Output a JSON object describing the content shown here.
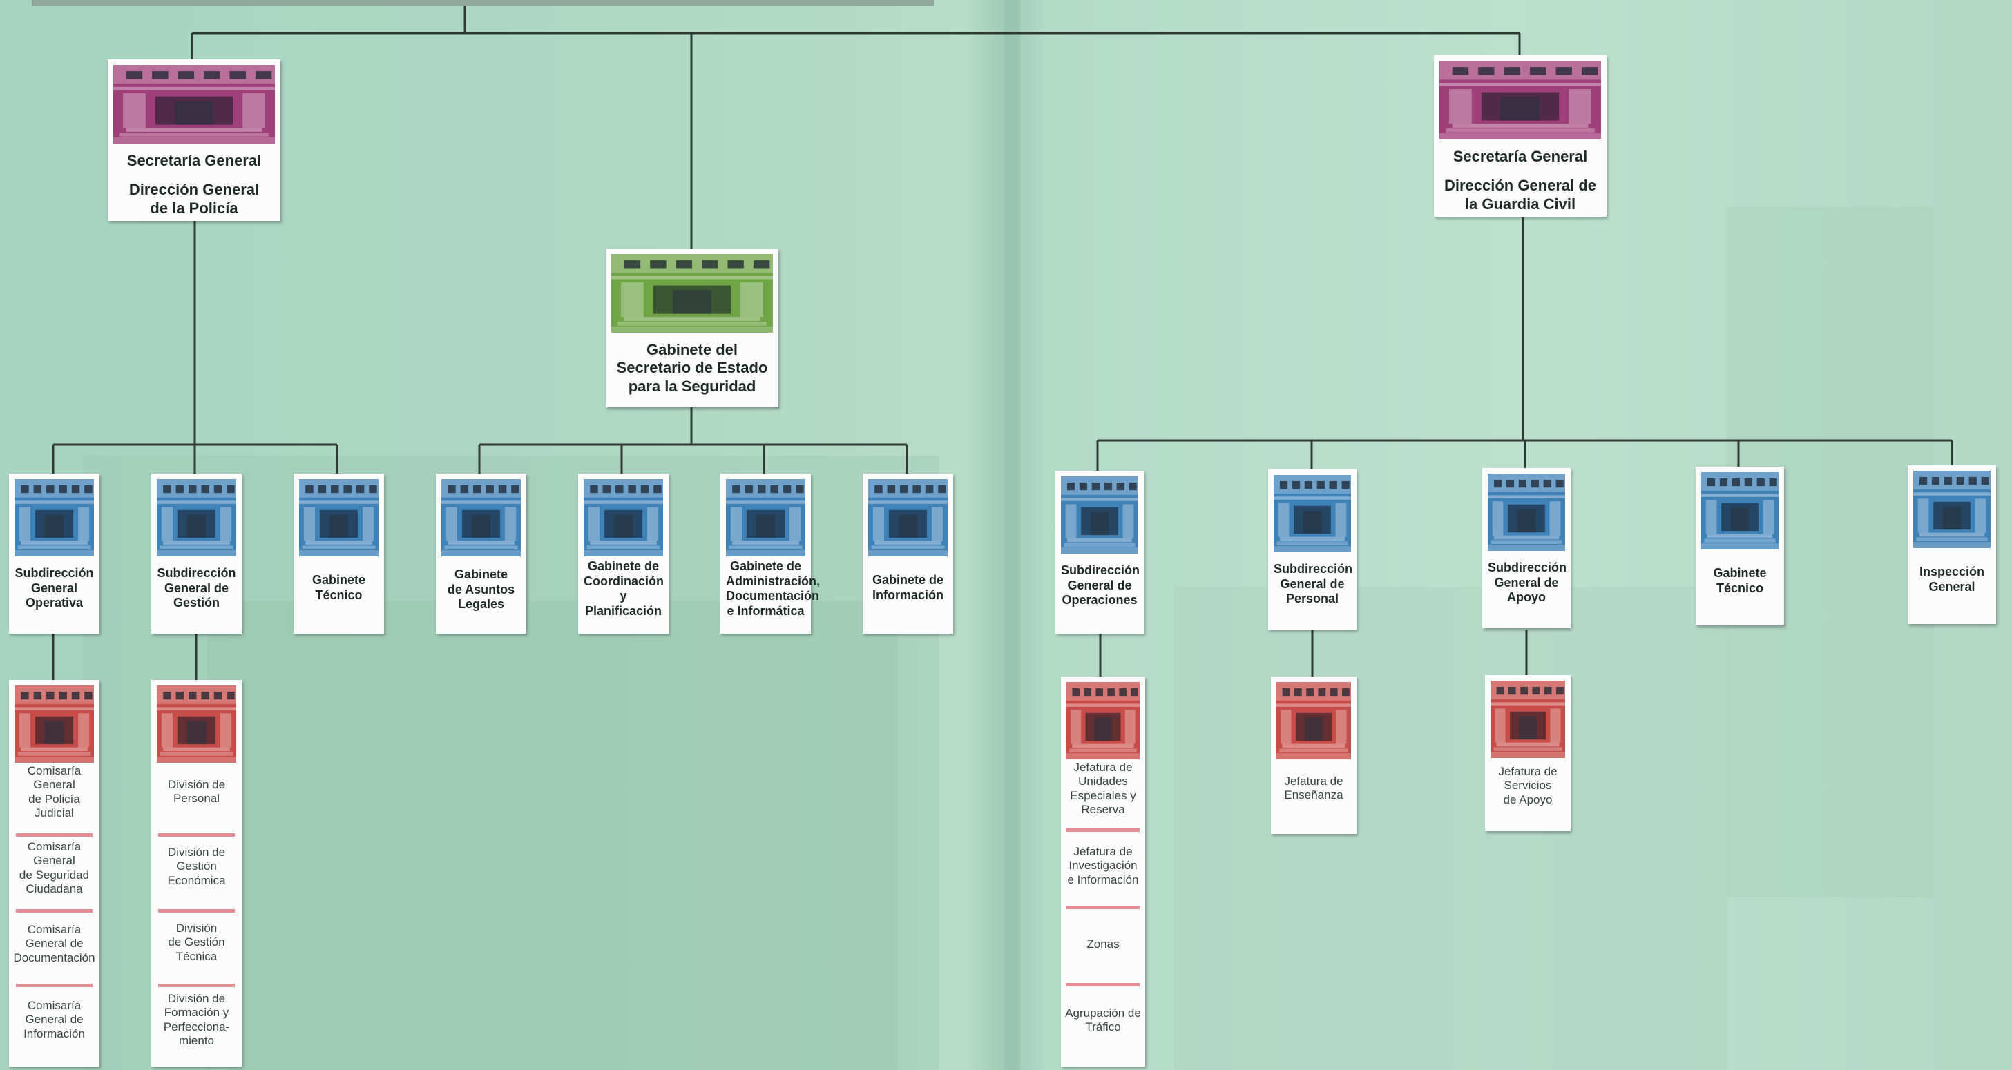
{
  "level1": {
    "policia": {
      "lines": [
        "Secretaría General",
        "",
        "Dirección General",
        "de la Policía"
      ]
    },
    "guardia": {
      "lines": [
        "Secretaría General",
        "",
        "Dirección General de",
        "la Guardia Civil"
      ]
    },
    "gabinete": {
      "lines": [
        "Gabinete del",
        "Secretario de Estado",
        "para la Seguridad"
      ]
    }
  },
  "level2": {
    "pol_operativa": [
      "Subdirección",
      "General",
      "Operativa"
    ],
    "pol_gestion": [
      "Subdirección",
      "General de",
      "Gestión"
    ],
    "pol_tecnico": [
      "Gabinete",
      "Técnico"
    ],
    "gab_legales": [
      "Gabinete",
      "de Asuntos",
      "Legales"
    ],
    "gab_coordinacion": [
      "Gabinete de",
      "Coordinación",
      "y",
      "Planificación"
    ],
    "gab_administracion": [
      "Gabinete de",
      "Administración,",
      "Documentación",
      "e Informática"
    ],
    "gab_informacion": [
      "Gabinete de",
      "Información"
    ],
    "gc_operaciones": [
      "Subdirección",
      "General de",
      "Operaciones"
    ],
    "gc_personal": [
      "Subdirección",
      "General de",
      "Personal"
    ],
    "gc_apoyo": [
      "Subdirección",
      "General de",
      "Apoyo"
    ],
    "gc_tecnico": [
      "Gabinete",
      "Técnico"
    ],
    "gc_inspeccion": [
      "Inspección",
      "General"
    ]
  },
  "level3": {
    "operativa": [
      [
        "Comisaría",
        "General",
        "de Policía",
        "Judicial"
      ],
      [
        "Comisaría",
        "General",
        "de Seguridad",
        "Ciudadana"
      ],
      [
        "Comisaría",
        "General de",
        "Documentación"
      ],
      [
        "Comisaría",
        "General de",
        "Información"
      ]
    ],
    "gestion": [
      [
        "División de",
        "Personal"
      ],
      [
        "División de",
        "Gestión",
        "Económica"
      ],
      [
        "División",
        "de Gestión",
        "Técnica"
      ],
      [
        "División de",
        "Formación y",
        "Perfecciona-",
        "miento"
      ]
    ],
    "operaciones": [
      [
        "Jefatura de",
        "Unidades",
        "Especiales y",
        "Reserva"
      ],
      [
        "Jefatura de",
        "Investigación",
        "e Información"
      ],
      [
        "Zonas"
      ],
      [
        "Agrupación de",
        "Tráfico"
      ]
    ],
    "personal": [
      [
        "Jefatura de",
        "Enseñanza"
      ]
    ],
    "apoyo": [
      [
        "Jefatura de",
        "Servicios",
        "de Apoyo"
      ]
    ]
  },
  "colors": {
    "background": "#b3d9c6",
    "photo_magenta": "#a0407a",
    "photo_green": "#6fa545",
    "photo_blue": "#3f82b8",
    "photo_red": "#c84c48",
    "separator": "#e58b93",
    "connector": "#2f3a35"
  },
  "icons": [
    "building-photo-icon"
  ]
}
